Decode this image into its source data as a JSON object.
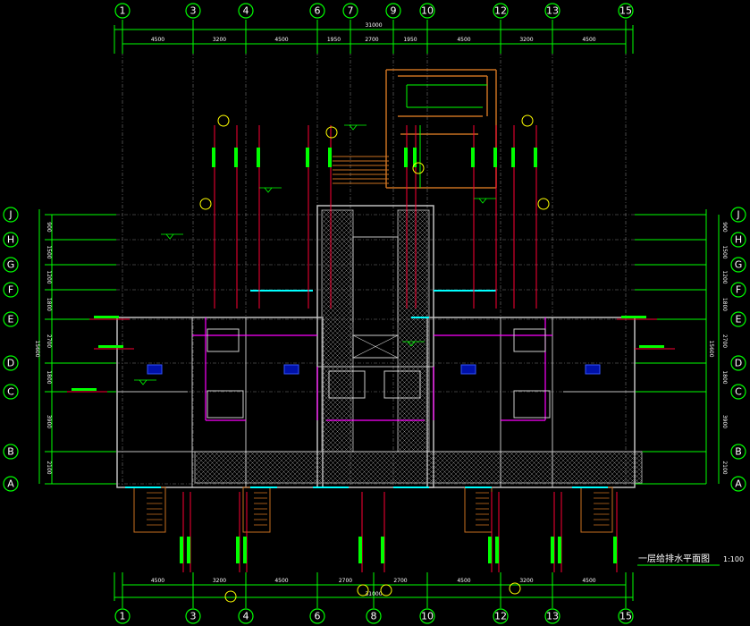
{
  "drawing": {
    "title": "一层给排水平面图",
    "scale": "1:100"
  },
  "axes": {
    "top": [
      "1",
      "3",
      "4",
      "6",
      "7",
      "9",
      "10",
      "12",
      "13",
      "15"
    ],
    "bottom": [
      "1",
      "3",
      "4",
      "6",
      "8",
      "10",
      "12",
      "13",
      "15"
    ],
    "rows": [
      "J",
      "H",
      "G",
      "F",
      "E",
      "D",
      "C",
      "B",
      "A"
    ]
  },
  "dimensions": {
    "top_total": "31000",
    "top_segments": [
      "4500",
      "3200",
      "4500",
      "1950",
      "2700",
      "1950",
      "4500",
      "3200",
      "4500"
    ],
    "bottom_total": "31000",
    "bottom_segments": [
      "4500",
      "3200",
      "4500",
      "2700",
      "2700",
      "4500",
      "3200",
      "4500"
    ],
    "side_total": "15600",
    "side_segments": [
      "900",
      "1500",
      "1200",
      "1800",
      "2700",
      "1800",
      "3900",
      "2100"
    ]
  },
  "colors": {
    "axis": "#00ff00",
    "wall": "#c0c0c0",
    "water_supply": "#ff0033",
    "drain": "#ff00ff",
    "stair": "#c87020",
    "fixture": "#00ffff",
    "label": "#ffff00",
    "hatch": "#888888"
  }
}
